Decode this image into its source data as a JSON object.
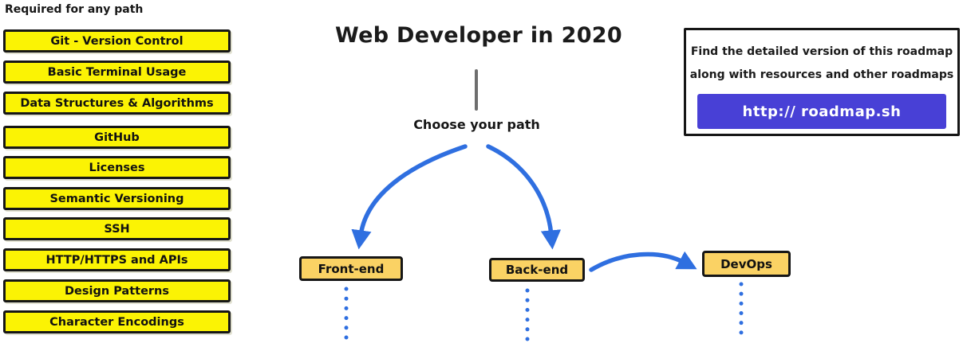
{
  "title": "Web Developer in 2020",
  "choose_path_label": "Choose your path",
  "left_panel": {
    "header": "Required for any path",
    "items": [
      "Git - Version Control",
      "Basic Terminal Usage",
      "Data Structures & Algorithms",
      "GitHub",
      "Licenses",
      "Semantic Versioning",
      "SSH",
      "HTTP/HTTPS and APIs",
      "Design Patterns",
      "Character Encodings"
    ]
  },
  "paths": {
    "front_end": "Front-end",
    "back_end": "Back-end",
    "devops": "DevOps"
  },
  "info_box": {
    "lines": [
      "Find the detailed version of this roadmap",
      "along with resources and other roadmaps"
    ],
    "button_label": "http:// roadmap.sh"
  },
  "colors": {
    "topic_yellow": "#FBF304",
    "path_orange": "#FAD264",
    "arrow_blue": "#2F6FE0",
    "button_purple": "#4840D6",
    "border_black": "#161616",
    "stem_gray": "#6E6E6E"
  }
}
